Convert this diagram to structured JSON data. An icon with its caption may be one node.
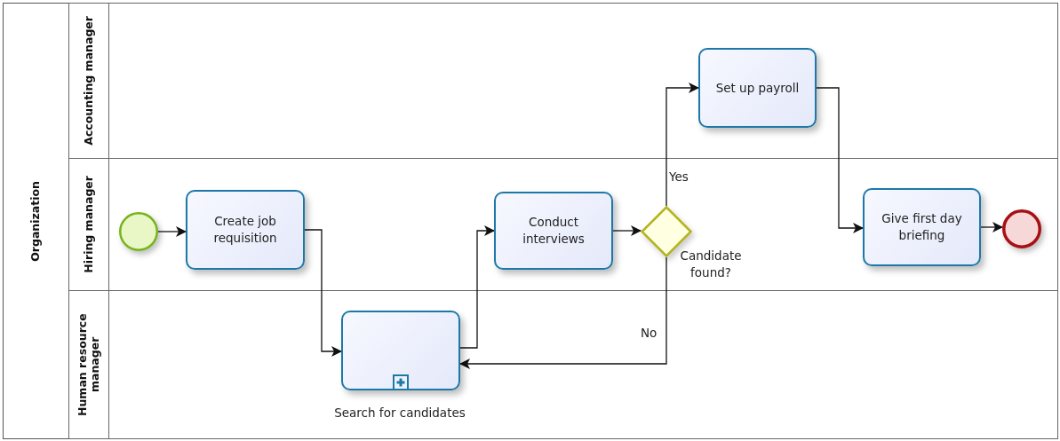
{
  "diagram": {
    "nodes": [
      {
        "text": [
          "Organization"
        ]
      },
      {
        "text": [
          "Accounting manager"
        ],
        "in": 0
      },
      {
        "text": [
          "Hiring manager"
        ],
        "in": 0
      },
      {
        "text": [
          "Human resource manager"
        ],
        "in": 0
      },
      {
        "text": [],
        "shape": "circle",
        "in": 2
      },
      {
        "text": [
          "Create job requisition"
        ],
        "in": 2
      },
      {
        "text": [
          "Search for candidates"
        ],
        "in": 3
      },
      {
        "text": [
          "Conduct interviews"
        ],
        "in": 2
      },
      {
        "text": [
          "Candidate found?"
        ],
        "in": 2
      },
      {
        "text": [
          "Set up payroll"
        ],
        "in": 1
      },
      {
        "text": [
          "Give first day briefing"
        ],
        "in": 2
      },
      {
        "text": [],
        "shape": "circle",
        "in": 2
      }
    ],
    "edges": [
      {
        "from": 4,
        "to": 5,
        "arrow": "to"
      },
      {
        "from": 5,
        "to": 6,
        "arrow": "to"
      },
      {
        "from": 6,
        "to": 7,
        "arrow": "to"
      },
      {
        "from": 7,
        "to": 8,
        "arrow": "to"
      },
      {
        "from": 8,
        "to": 9,
        "arrow": "to",
        "label": "Yes"
      },
      {
        "from": 8,
        "to": 6,
        "arrow": "to",
        "label": "No"
      },
      {
        "from": 9,
        "to": 10,
        "arrow": "to"
      },
      {
        "from": 10,
        "to": 11,
        "arrow": "to"
      }
    ]
  }
}
